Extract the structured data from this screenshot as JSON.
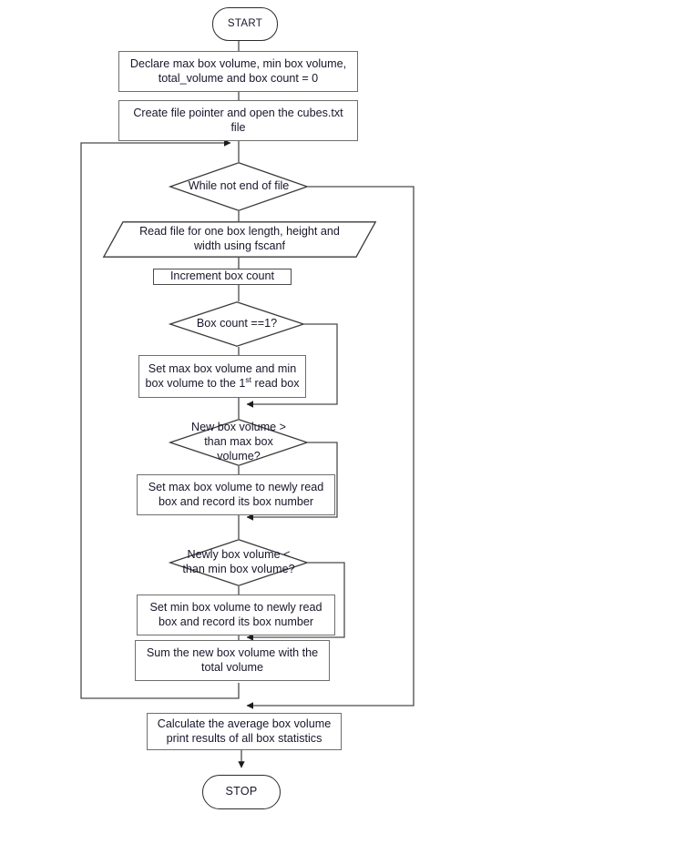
{
  "diagram": {
    "title": "Box statistics flowchart",
    "type": "flowchart",
    "stroke_color": "#2b2b2b",
    "process_border_color": "#6e6e6e",
    "text_color": "#17172b",
    "background": "#ffffff"
  },
  "nodes": {
    "start": {
      "label": "START",
      "shape": "terminator"
    },
    "declare": {
      "label": "Declare max box volume, min box volume, total_volume and box count = 0",
      "shape": "process"
    },
    "create_file": {
      "label": "Create file pointer and open the cubes.txt file",
      "shape": "process"
    },
    "while_eof": {
      "label": "While not end of file",
      "shape": "decision"
    },
    "read_file": {
      "label": "Read file for one box length, height and width using fscanf",
      "shape": "io"
    },
    "increment": {
      "label": "Increment box count",
      "shape": "process"
    },
    "box_count_eq1": {
      "label": "Box count ==1?",
      "shape": "decision"
    },
    "set_first": {
      "label_part1": "Set max box volume and min box volume to the 1",
      "label_sup": "st",
      "label_part2": " read box",
      "shape": "process"
    },
    "gt_max": {
      "label": "New box volume > than max box volume?",
      "shape": "decision"
    },
    "set_max": {
      "label": "Set max box volume to newly read box and record its box number",
      "shape": "process"
    },
    "lt_min": {
      "label": "Newly box volume < than min box volume?",
      "shape": "decision"
    },
    "set_min": {
      "label": "Set min box volume to newly read box and record its box number",
      "shape": "process"
    },
    "sum_total": {
      "label": "Sum the new box volume with the total volume",
      "shape": "process"
    },
    "calculate": {
      "label": "Calculate the average box volume print results of all box statistics",
      "shape": "process"
    },
    "stop": {
      "label": "STOP",
      "shape": "terminator"
    }
  }
}
